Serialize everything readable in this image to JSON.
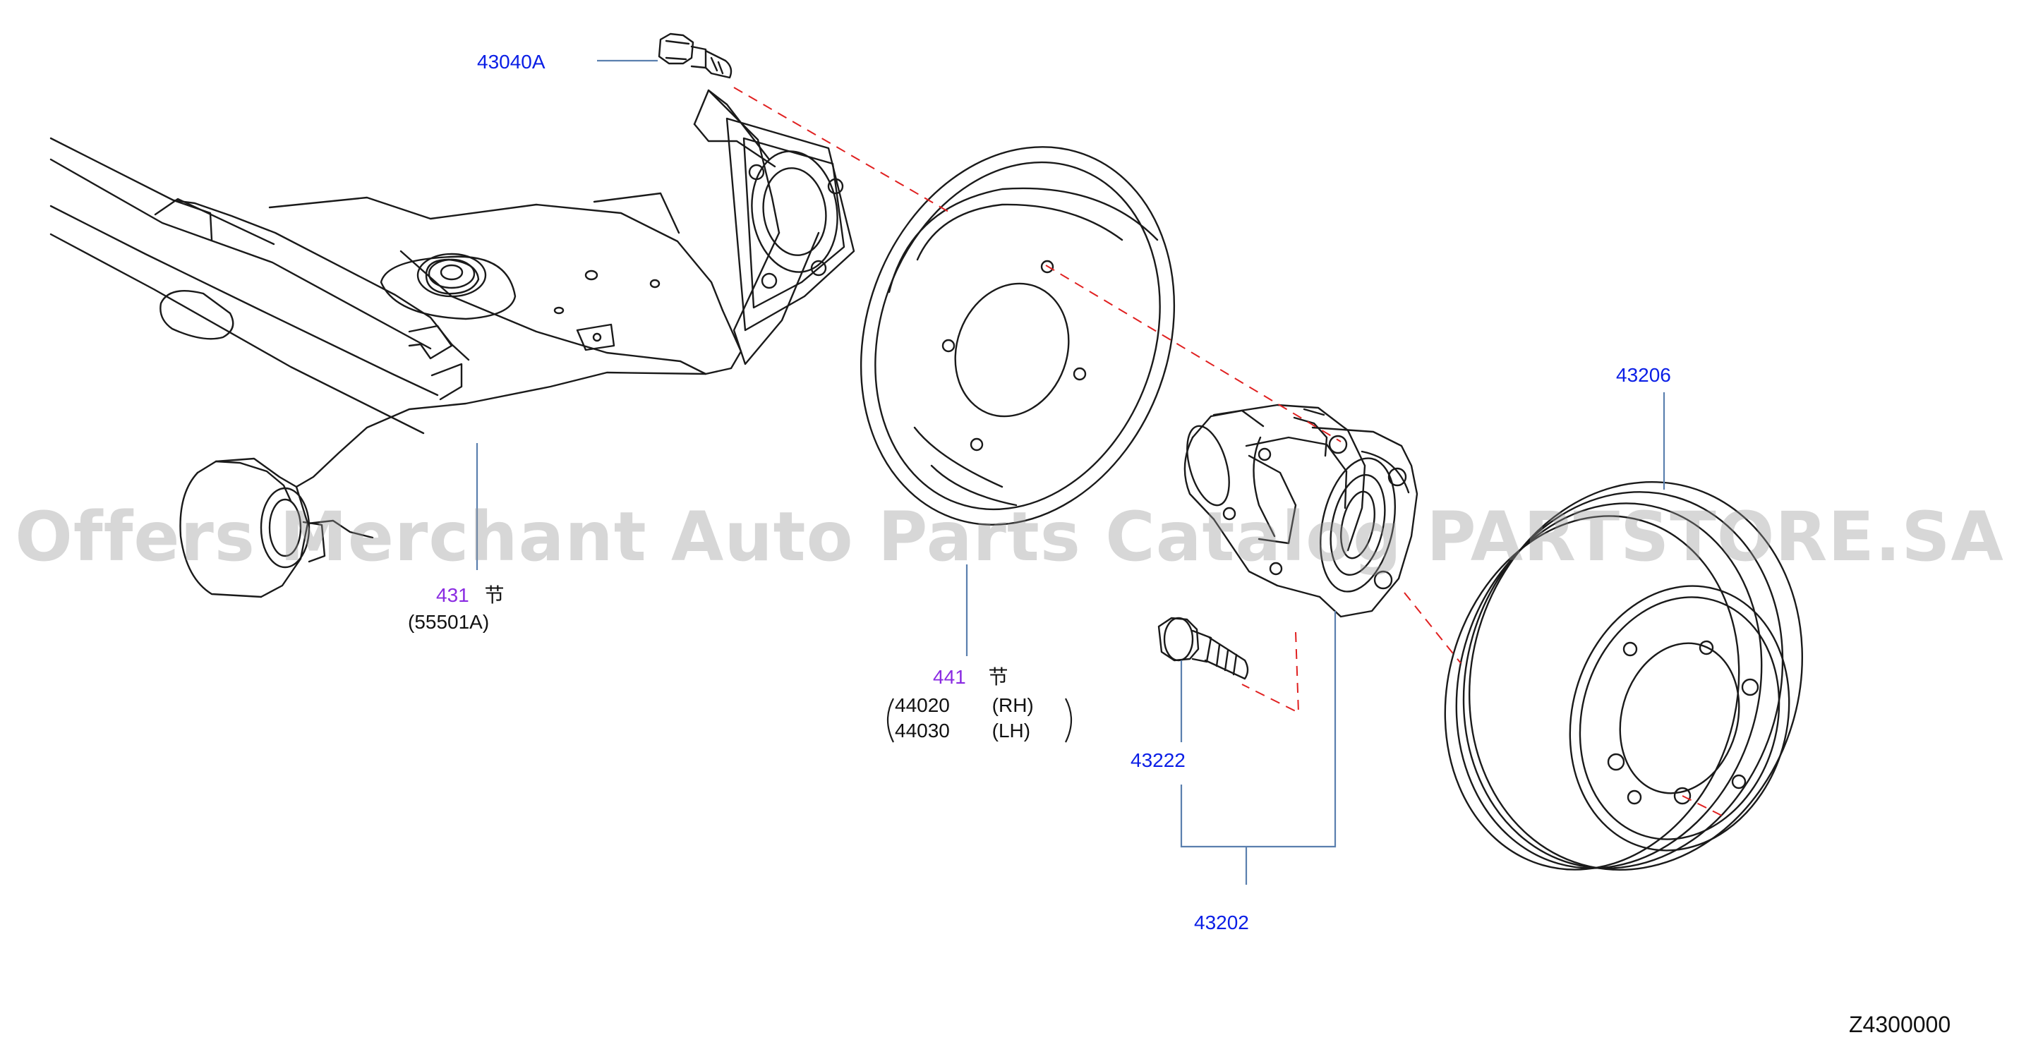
{
  "colors": {
    "line_art": "#1a1a1a",
    "leader": "#5a7fae",
    "axis_dash": "#e02020",
    "code_blue": "#0a1ee6",
    "code_purple": "#8a2be2"
  },
  "watermark": "Offers Merchant Auto Parts Catalog PARTSTORE.SA",
  "figure_id": "Z4300000",
  "parts": {
    "bolt_top": {
      "code": "43040A"
    },
    "beam": {
      "code": "431",
      "mark": "节",
      "sub": "(55501A)"
    },
    "backing_plate": {
      "code": "441",
      "mark": "节",
      "rows": [
        {
          "code": "44020",
          "side": "(RH)"
        },
        {
          "code": "44030",
          "side": "(LH)"
        }
      ]
    },
    "hub_bolt": {
      "code": "43222"
    },
    "hub_assembly": {
      "code": "43202"
    },
    "drum": {
      "code": "43206"
    }
  }
}
